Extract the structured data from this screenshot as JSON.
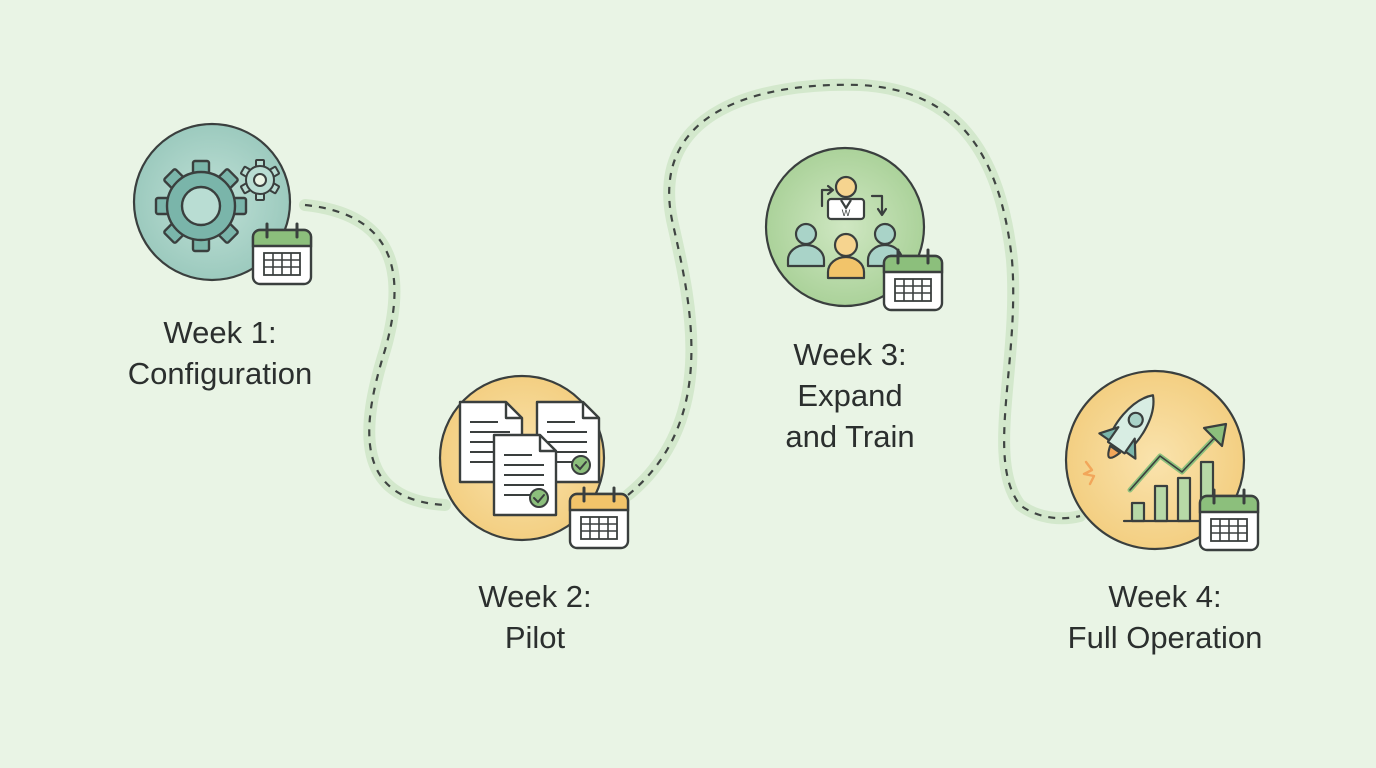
{
  "milestones": [
    {
      "line1": "Week 1:",
      "line2": "Configuration",
      "icon": "gears-icon",
      "color": "#a9d3c8"
    },
    {
      "line1": "Week 2:",
      "line2": "Pilot",
      "icon": "documents-check-icon",
      "color": "#f6d48f"
    },
    {
      "line1": "Week 3:",
      "line2": "Expand",
      "line3": "and Train",
      "icon": "team-icon",
      "color": "#b7d9a7"
    },
    {
      "line1": "Week 4:",
      "line2": "Full Operation",
      "icon": "rocket-growth-icon",
      "color": "#f6d48f"
    }
  ],
  "colors": {
    "background": "#e9f4e5",
    "path_halo": "#d3e8cc",
    "path_dash": "#3f4442",
    "ink": "#3a3f3e",
    "teal": "#7ab5aa",
    "green": "#8cbf7c",
    "yellow": "#f2c46a"
  }
}
